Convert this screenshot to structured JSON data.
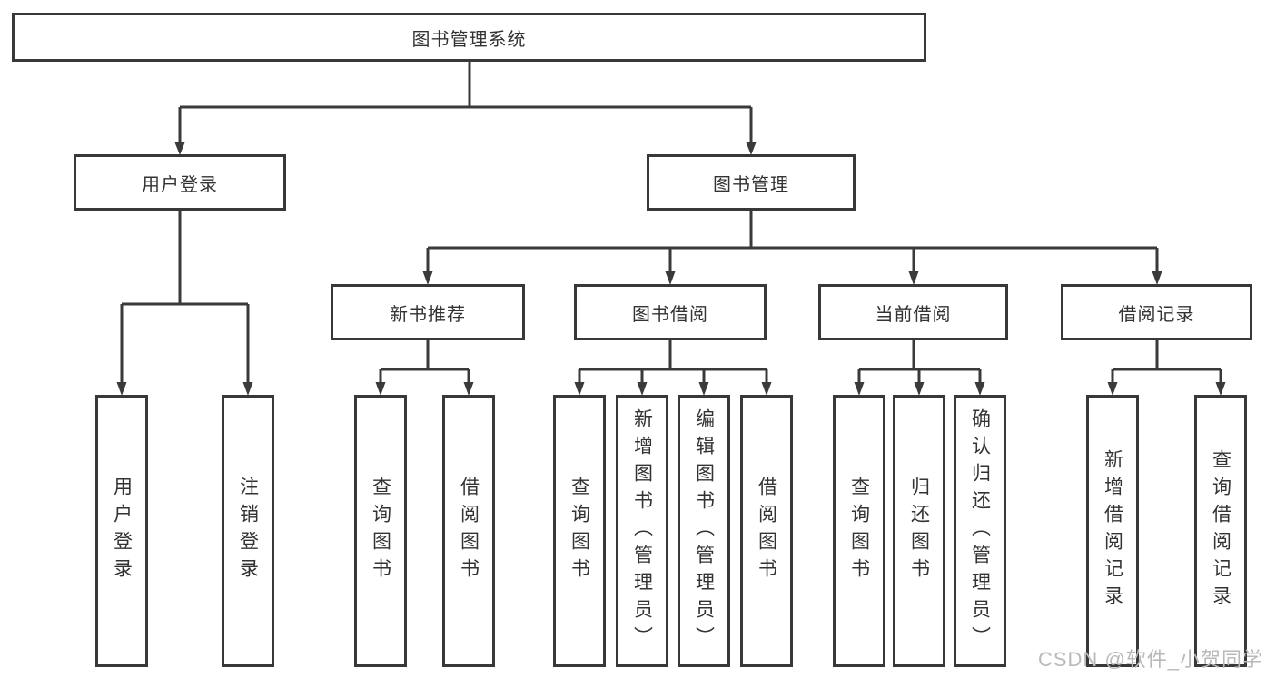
{
  "diagram": {
    "root": {
      "label": "图书管理系统"
    },
    "level2": [
      {
        "label": "用户登录"
      },
      {
        "label": "图书管理"
      }
    ],
    "level3": [
      {
        "label": "新书推荐"
      },
      {
        "label": "图书借阅"
      },
      {
        "label": "当前借阅"
      },
      {
        "label": "借阅记录"
      }
    ],
    "leaves": {
      "user_login": [
        "用户登录",
        "注销登录"
      ],
      "new_book": [
        "查询图书",
        "借阅图书"
      ],
      "borrow": [
        "查询图书",
        "新增图书（管理员）",
        "编辑图书（管理员）",
        "借阅图书"
      ],
      "current": [
        "查询图书",
        "归还图书",
        "确认归还（管理员）"
      ],
      "records": [
        "新增借阅记录",
        "查询借阅记录"
      ]
    }
  },
  "watermark": {
    "text": "CSDN @软件_小贺同学"
  },
  "colors": {
    "line": "#3a3a3a",
    "border": "#383838",
    "text": "#333333",
    "watermark": "#b9b9b9",
    "background": "#ffffff"
  }
}
